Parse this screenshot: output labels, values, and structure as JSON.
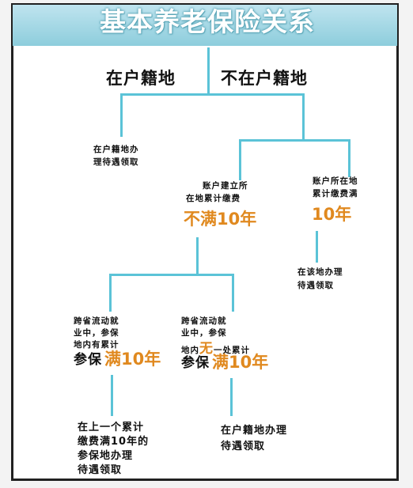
{
  "title": "基本养老保险关系",
  "top_left": "在户籍地",
  "top_right": "不在户籍地",
  "node_a": [
    "在户籍地办",
    "理待遇领取"
  ],
  "node_b": [
    "账户建立所",
    "在地累计缴费"
  ],
  "node_b_highlight": "不满10年",
  "node_c": [
    "账户所在地",
    "累计缴费满"
  ],
  "node_c_highlight": "10年",
  "node_c_result": [
    "在该地办理",
    "待遇领取"
  ],
  "node_d": {
    "lines": [
      "跨省流动就",
      "业中，参保",
      "地内有累计"
    ],
    "prefix": "参保",
    "highlight": "满10年"
  },
  "node_e": {
    "line1": "跨省流动就",
    "line2": "业中，参保",
    "line3_pre": "地内",
    "line3_hl": "无",
    "line3_post": "一处累计",
    "prefix": "参保",
    "highlight": "满10年"
  },
  "node_d_result": [
    "在上一个累计",
    "缴费满10年的",
    "参保地办理",
    "待遇领取"
  ],
  "node_e_result": [
    "在户籍地办理",
    "待遇领取"
  ]
}
